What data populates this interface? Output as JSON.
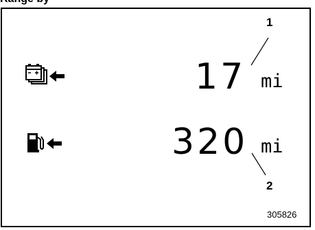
{
  "header": {
    "text": "Range by"
  },
  "readouts": {
    "battery": {
      "icon": "battery-icon",
      "arrow": "arrow-left-icon",
      "value": "17",
      "unit": "mi"
    },
    "fuel": {
      "icon": "fuel-pump-icon",
      "arrow": "arrow-left-icon",
      "value": "320",
      "unit": "mi"
    }
  },
  "callouts": {
    "battery_value": "1",
    "fuel_value": "2"
  },
  "figure_code": "305826"
}
